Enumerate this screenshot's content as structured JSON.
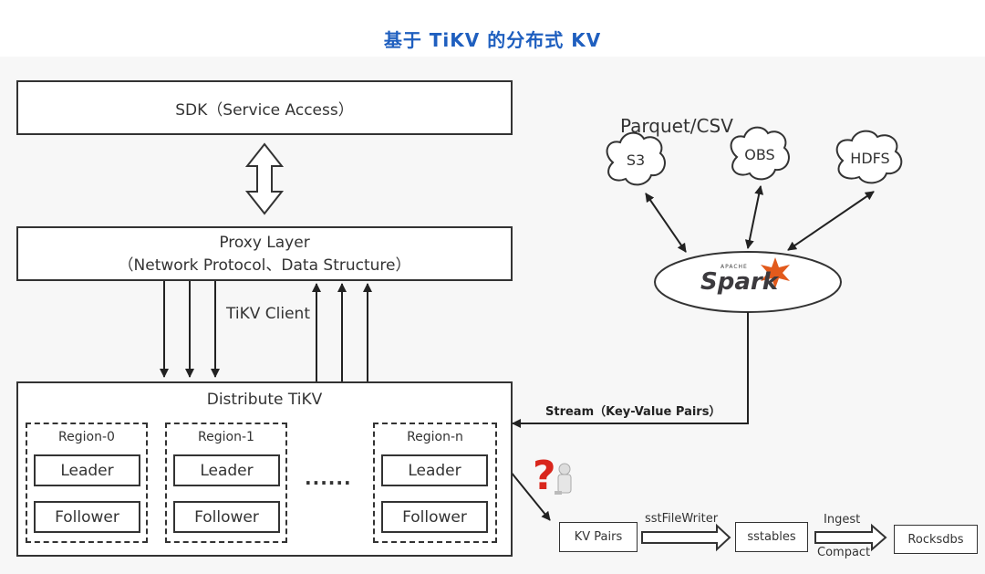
{
  "title": "基于 TiKV 的分布式 KV",
  "sdk": "SDK（Service Access）",
  "proxy": {
    "line1": "Proxy Layer",
    "line2": "（Network Protocol、Data Structure）"
  },
  "client_label": "TiKV Client",
  "distribute_title": "Distribute TiKV",
  "regions": [
    {
      "name": "Region-0",
      "leader": "Leader",
      "follower": "Follower"
    },
    {
      "name": "Region-1",
      "leader": "Leader",
      "follower": "Follower"
    },
    {
      "name": "Region-n",
      "leader": "Leader",
      "follower": "Follower"
    }
  ],
  "ellipsis": "......",
  "parquet": "Parquet/CSV",
  "clouds": [
    "S3",
    "OBS",
    "HDFS"
  ],
  "spark": {
    "small": "APACHE",
    "name": "Spark"
  },
  "stream": "Stream（Key-Value Pairs）",
  "pipeline": {
    "kv": "KV Pairs",
    "writer": "sstFileWriter",
    "sst": "sstables",
    "ingest": "Ingest",
    "compact": "Compact",
    "rocks": "Rocksdbs"
  },
  "colors": {
    "title": "#1f5fbf",
    "spark_star": "#e25a1c",
    "question": "#d9261c"
  }
}
